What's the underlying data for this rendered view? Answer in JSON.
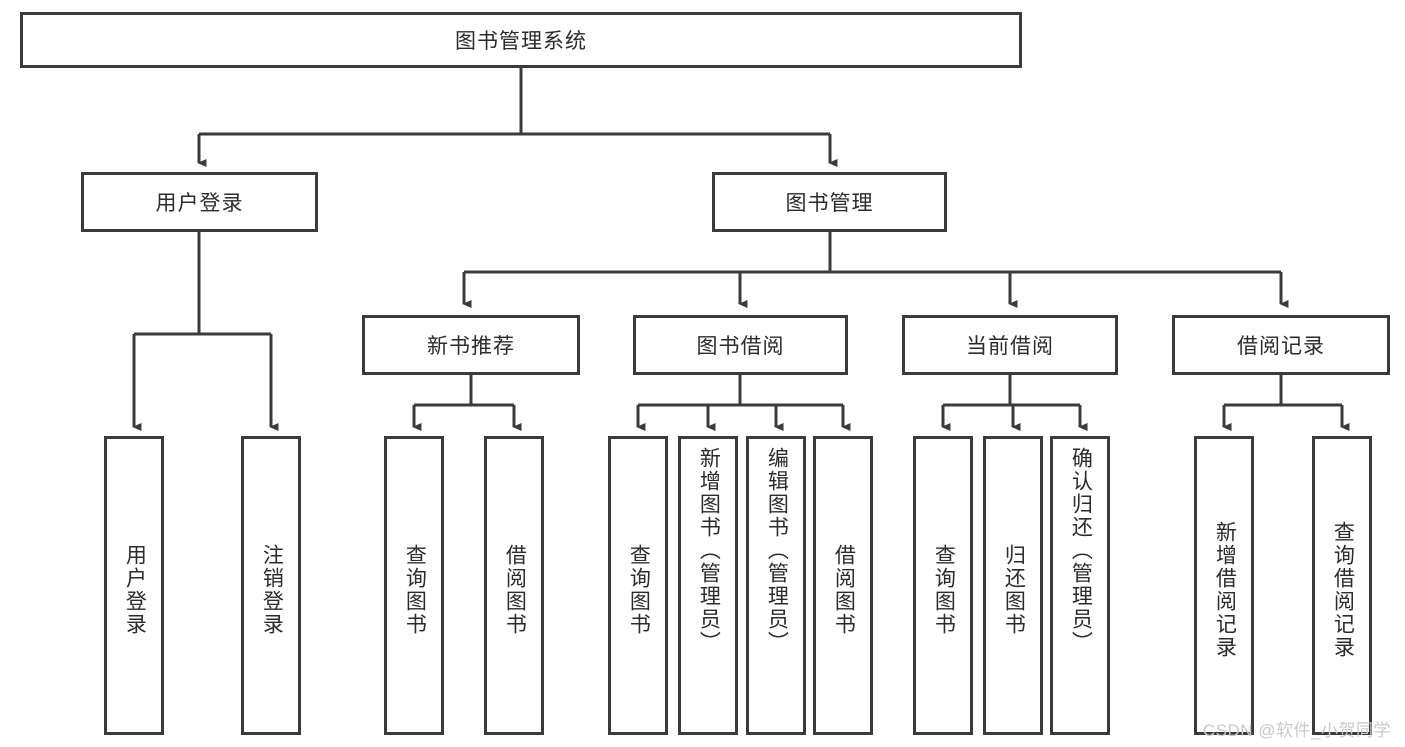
{
  "diagram": {
    "type": "tree-hierarchy-chart",
    "title": "图书管理系统",
    "watermark": "CSDN @软件_小贺同学",
    "colors": {
      "stroke": "#3b3b3b",
      "text": "#2b2b2b",
      "background": "#ffffff",
      "watermark": "#c9c9c9"
    },
    "root": {
      "label": "图书管理系统"
    },
    "level2": [
      {
        "label": "用户登录"
      },
      {
        "label": "图书管理"
      }
    ],
    "level3": [
      {
        "label": "新书推荐"
      },
      {
        "label": "图书借阅"
      },
      {
        "label": "当前借阅"
      },
      {
        "label": "借阅记录"
      }
    ],
    "leaves": {
      "user_login": [
        {
          "label": "用户登录"
        },
        {
          "label": "注销登录"
        }
      ],
      "new_book_recommend": [
        {
          "label": "查询图书"
        },
        {
          "label": "借阅图书"
        }
      ],
      "book_borrow": [
        {
          "label": "查询图书"
        },
        {
          "label": "新增图书（管理员）"
        },
        {
          "label": "编辑图书（管理员）"
        },
        {
          "label": "借阅图书"
        }
      ],
      "current_borrow": [
        {
          "label": "查询图书"
        },
        {
          "label": "归还图书"
        },
        {
          "label": "确认归还（管理员）"
        }
      ],
      "borrow_record": [
        {
          "label": "新增借阅记录"
        },
        {
          "label": "查询借阅记录"
        }
      ]
    }
  }
}
